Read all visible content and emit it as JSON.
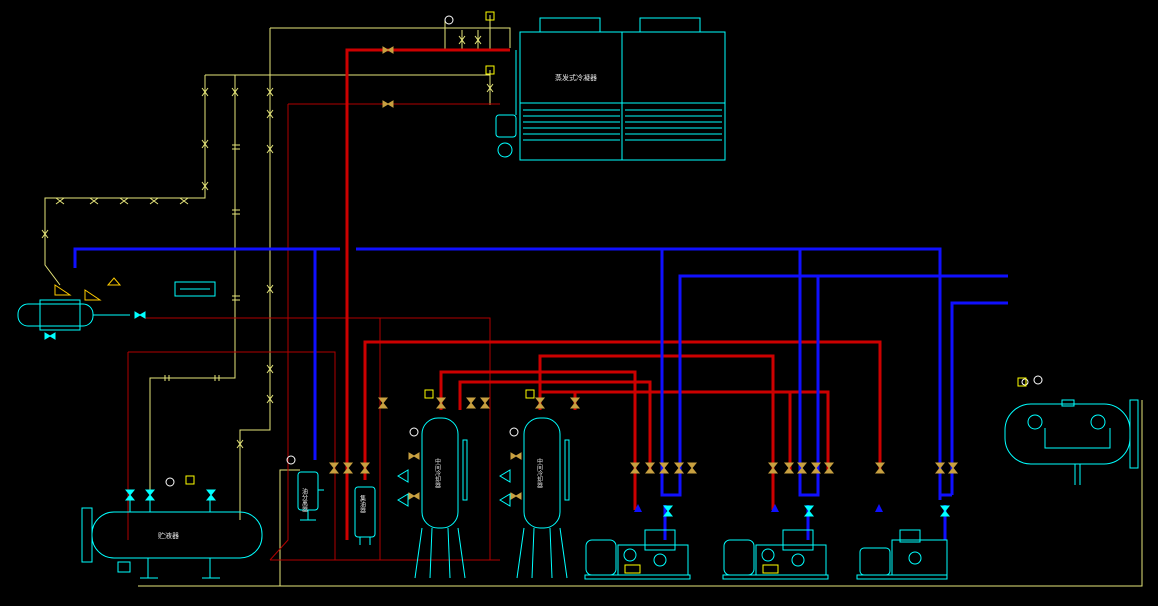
{
  "labels": {
    "condenser": "蒸发式冷凝器",
    "receiver": "贮液器",
    "oil_separator": "油分离器",
    "oil_collector": "集油器",
    "intercooler_1": "中间冷却器",
    "intercooler_2": "中间冷却器"
  },
  "colors": {
    "background": "#000000",
    "equipment": "#00ffff",
    "high_pressure_line": "#ff0000",
    "discharge_line": "#d00000",
    "suction_line": "#0000ff",
    "liquid_line": "#ffff00",
    "thin_liquid_line": "#c0c080",
    "valve": "#c8a040",
    "gauge": "#ffffff"
  }
}
